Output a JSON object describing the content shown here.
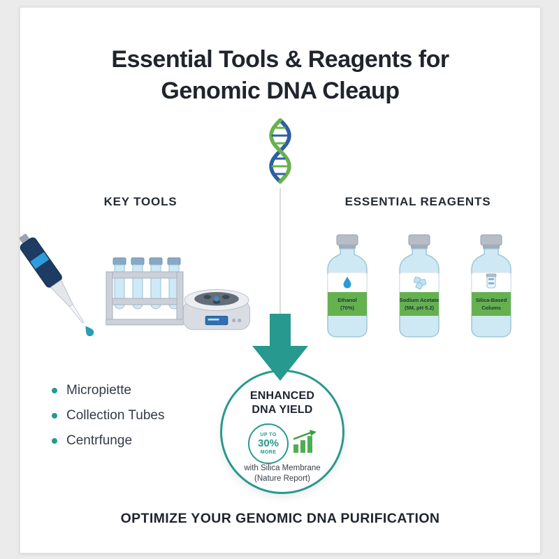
{
  "colors": {
    "teal": "#27998E",
    "green_label": "#66B14F",
    "chart_green": "#4FAE52",
    "dna_blue": "#2E5FA3",
    "dna_green": "#6AB14C",
    "pipette_navy": "#1D3B63",
    "liquid_blue": "#CFE9F4",
    "background": "#EBEBEB",
    "text_dark": "#1F242D"
  },
  "header": {
    "title_line1": "Essential Tools & Reagents for",
    "title_line2": "Genomic DNA Cleaup"
  },
  "tools": {
    "heading": "KEY TOOLS",
    "items": [
      "Micropiette",
      "Collection Tubes",
      "Centrfunge"
    ]
  },
  "reagents": {
    "heading": "ESSENTIAL REAGENTS",
    "bottles": [
      {
        "line1": "Ethanol",
        "line2": "(70%)"
      },
      {
        "line1": "Sodium Acetate",
        "line2": "(5M, pH 5.2)"
      },
      {
        "line1": "Silica-Based",
        "line2": "Colums"
      }
    ]
  },
  "result": {
    "line1": "ENHANCED",
    "line2": "DNA YIELD",
    "badge_top": "UP TO",
    "badge_value": "30%",
    "badge_bottom": "MORE",
    "note_line1": "with Silica Membrane",
    "note_line2": "(Nature Report)"
  },
  "footer": {
    "text": "OPTIMIZE YOUR GENOMIC DNA PURIFICATION"
  },
  "icons": [
    "dna-helix-icon",
    "micropipette-icon",
    "tube-rack-icon",
    "centrifuge-icon",
    "droplet-icon",
    "crystals-icon",
    "spin-column-icon",
    "down-arrow-icon",
    "bar-chart-icon",
    "bullet-icon"
  ]
}
